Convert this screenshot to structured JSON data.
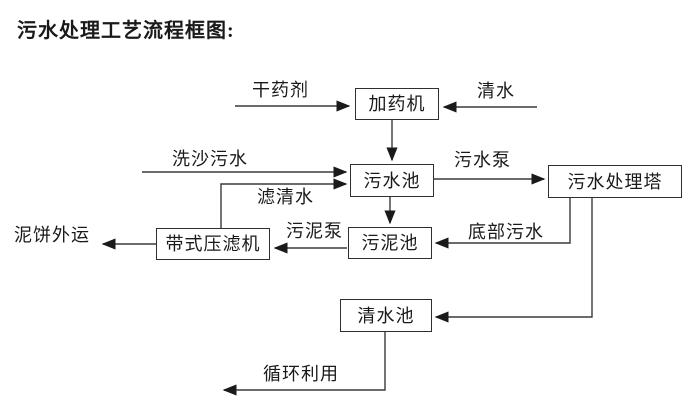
{
  "title": "污水处理工艺流程框图:",
  "colors": {
    "background": "#ffffff",
    "line": "#3a3a3a",
    "box_border": "#2f2f2f",
    "text": "#1a1a1a"
  },
  "nodes": {
    "dosing_machine": {
      "label": "加药机"
    },
    "sewage_pool": {
      "label": "污水池"
    },
    "treatment_tower": {
      "label": "污水处理塔"
    },
    "belt_filter_press": {
      "label": "带式压滤机"
    },
    "sludge_pool": {
      "label": "污泥池"
    },
    "clean_water_pool": {
      "label": "清水池"
    }
  },
  "flow_labels": {
    "dry_agent": "干药剂",
    "clean_water": "清水",
    "sand_washing_sewage": "洗沙污水",
    "sewage_pump": "污水泵",
    "filtered_water": "滤清水",
    "mud_cake_out": "泥饼外运",
    "sludge_pump": "污泥泵",
    "bottom_sewage": "底部污水",
    "recycle_reuse": "循环利用"
  }
}
